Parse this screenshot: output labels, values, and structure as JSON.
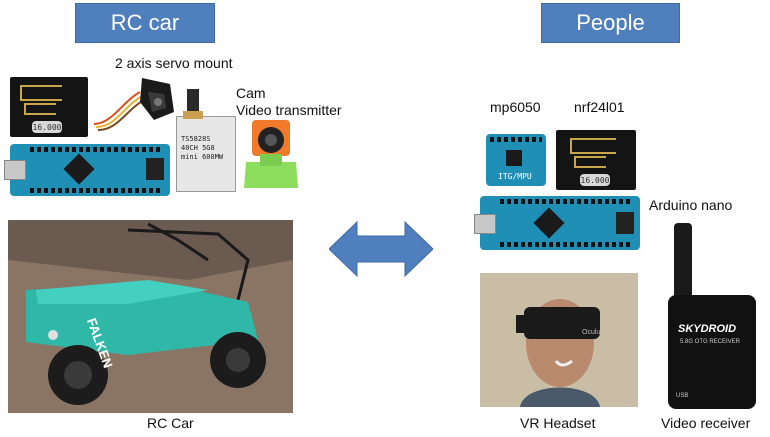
{
  "headers": {
    "left": "RC car",
    "right": "People"
  },
  "left_labels": {
    "servo_mount": "2 axis servo mount",
    "cam": "Cam",
    "video_tx": "Video transmitter",
    "caption": "RC Car"
  },
  "right_labels": {
    "mpu": "mp6050",
    "nrf": "nrf24l01",
    "arduino": "Arduino nano",
    "vr_caption": "VR Headset",
    "receiver_caption": "Video receiver"
  },
  "component_text": {
    "xtal": "16.000",
    "tx_label": "TS5828S 40CH 5G8 mini 600MW",
    "mpu_label": "ITG/MPU",
    "car_brand": "FALKEN",
    "receiver_brand": "SKYDROID",
    "receiver_model": "5.8G OTG RECEIVER",
    "receiver_usb": "USB",
    "headset_brand": "Oculus"
  },
  "colors": {
    "header_bg": "#4f7fbd",
    "arrow": "#4f7fbd",
    "board": "#1f8fb6",
    "car_body": "#2fb8a8"
  }
}
